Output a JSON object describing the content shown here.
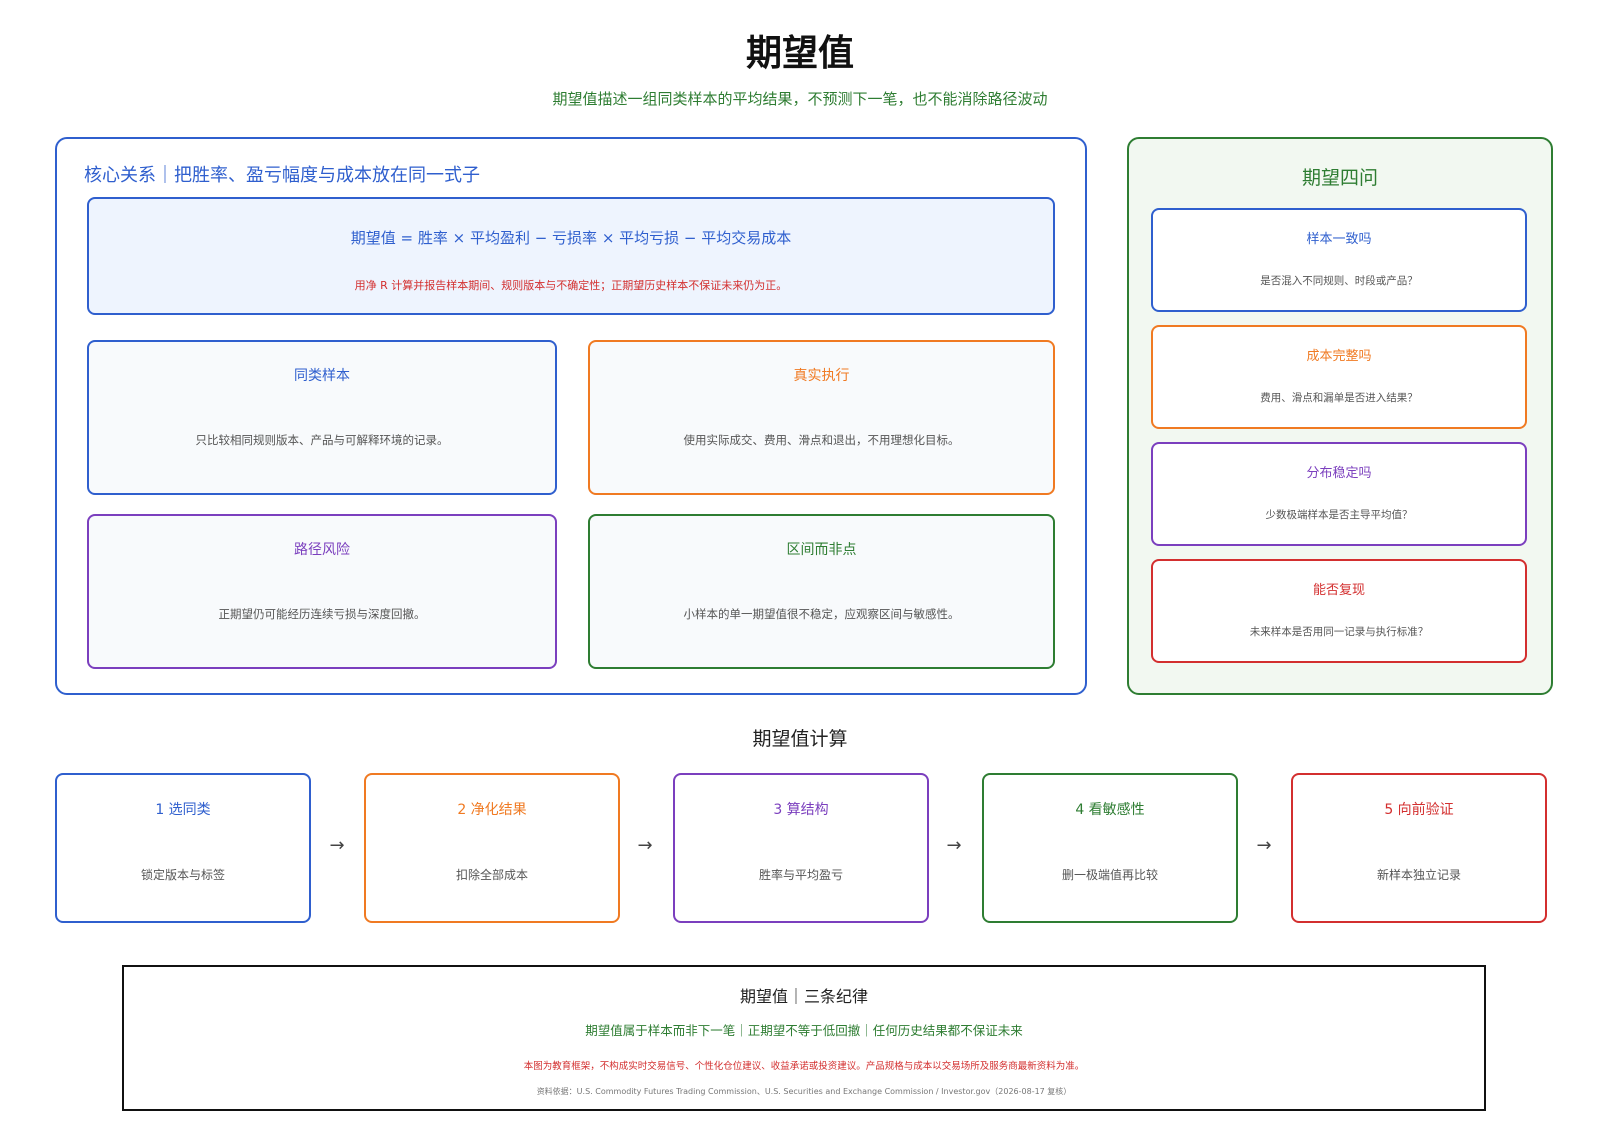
{
  "title": "期望值",
  "subtitle": "期望值描述一组同类样本的平均结果，不预测下一笔，也不能消除路径波动",
  "core": {
    "heading": "核心关系｜把胜率、盈亏幅度与成本放在同一式子",
    "formula": "期望值 = 胜率 × 平均盈利 − 亏损率 × 平均亏损 − 平均交易成本",
    "formula_note": "用净 R 计算并报告样本期间、规则版本与不确定性；正期望历史样本不保证未来仍为正。",
    "cards": [
      {
        "title": "同类样本",
        "body": "只比较相同规则版本、产品与可解释环境的记录。",
        "color": "#2f5fce"
      },
      {
        "title": "真实执行",
        "body": "使用实际成交、费用、滑点和退出，不用理想化目标。",
        "color": "#f07a22"
      },
      {
        "title": "路径风险",
        "body": "正期望仍可能经历连续亏损与深度回撤。",
        "color": "#7b3fbe"
      },
      {
        "title": "区间而非点",
        "body": "小样本的单一期望值很不稳定，应观察区间与敏感性。",
        "color": "#2e7d32"
      }
    ]
  },
  "questions": {
    "heading": "期望四问",
    "items": [
      {
        "title": "样本一致吗",
        "body": "是否混入不同规则、时段或产品？",
        "color": "#2f5fce"
      },
      {
        "title": "成本完整吗",
        "body": "费用、滑点和漏单是否进入结果？",
        "color": "#f07a22"
      },
      {
        "title": "分布稳定吗",
        "body": "少数极端样本是否主导平均值？",
        "color": "#7b3fbe"
      },
      {
        "title": "能否复现",
        "body": "未来样本是否用同一记录与执行标准？",
        "color": "#d32f2f"
      }
    ]
  },
  "calc": {
    "title": "期望值计算",
    "arrow": "→",
    "steps": [
      {
        "title": "1 选同类",
        "body": "锁定版本与标签",
        "color": "#2f5fce"
      },
      {
        "title": "2 净化结果",
        "body": "扣除全部成本",
        "color": "#f07a22"
      },
      {
        "title": "3 算结构",
        "body": "胜率与平均盈亏",
        "color": "#7b3fbe"
      },
      {
        "title": "4 看敏感性",
        "body": "删一极端值再比较",
        "color": "#2e7d32"
      },
      {
        "title": "5 向前验证",
        "body": "新样本独立记录",
        "color": "#d32f2f"
      }
    ]
  },
  "rules": {
    "title": "期望值｜三条纪律",
    "line": "期望值属于样本而非下一笔｜正期望不等于低回撤｜任何历史结果都不保证未来",
    "disclaimer": "本图为教育框架，不构成实时交易信号、个性化仓位建议、收益承诺或投资建议。产品规格与成本以交易场所及服务商最新资料为准。",
    "source": "资料依据：U.S. Commodity Futures Trading Commission、U.S. Securities and Exchange Commission / Investor.gov（2026-08-17 复核）"
  }
}
